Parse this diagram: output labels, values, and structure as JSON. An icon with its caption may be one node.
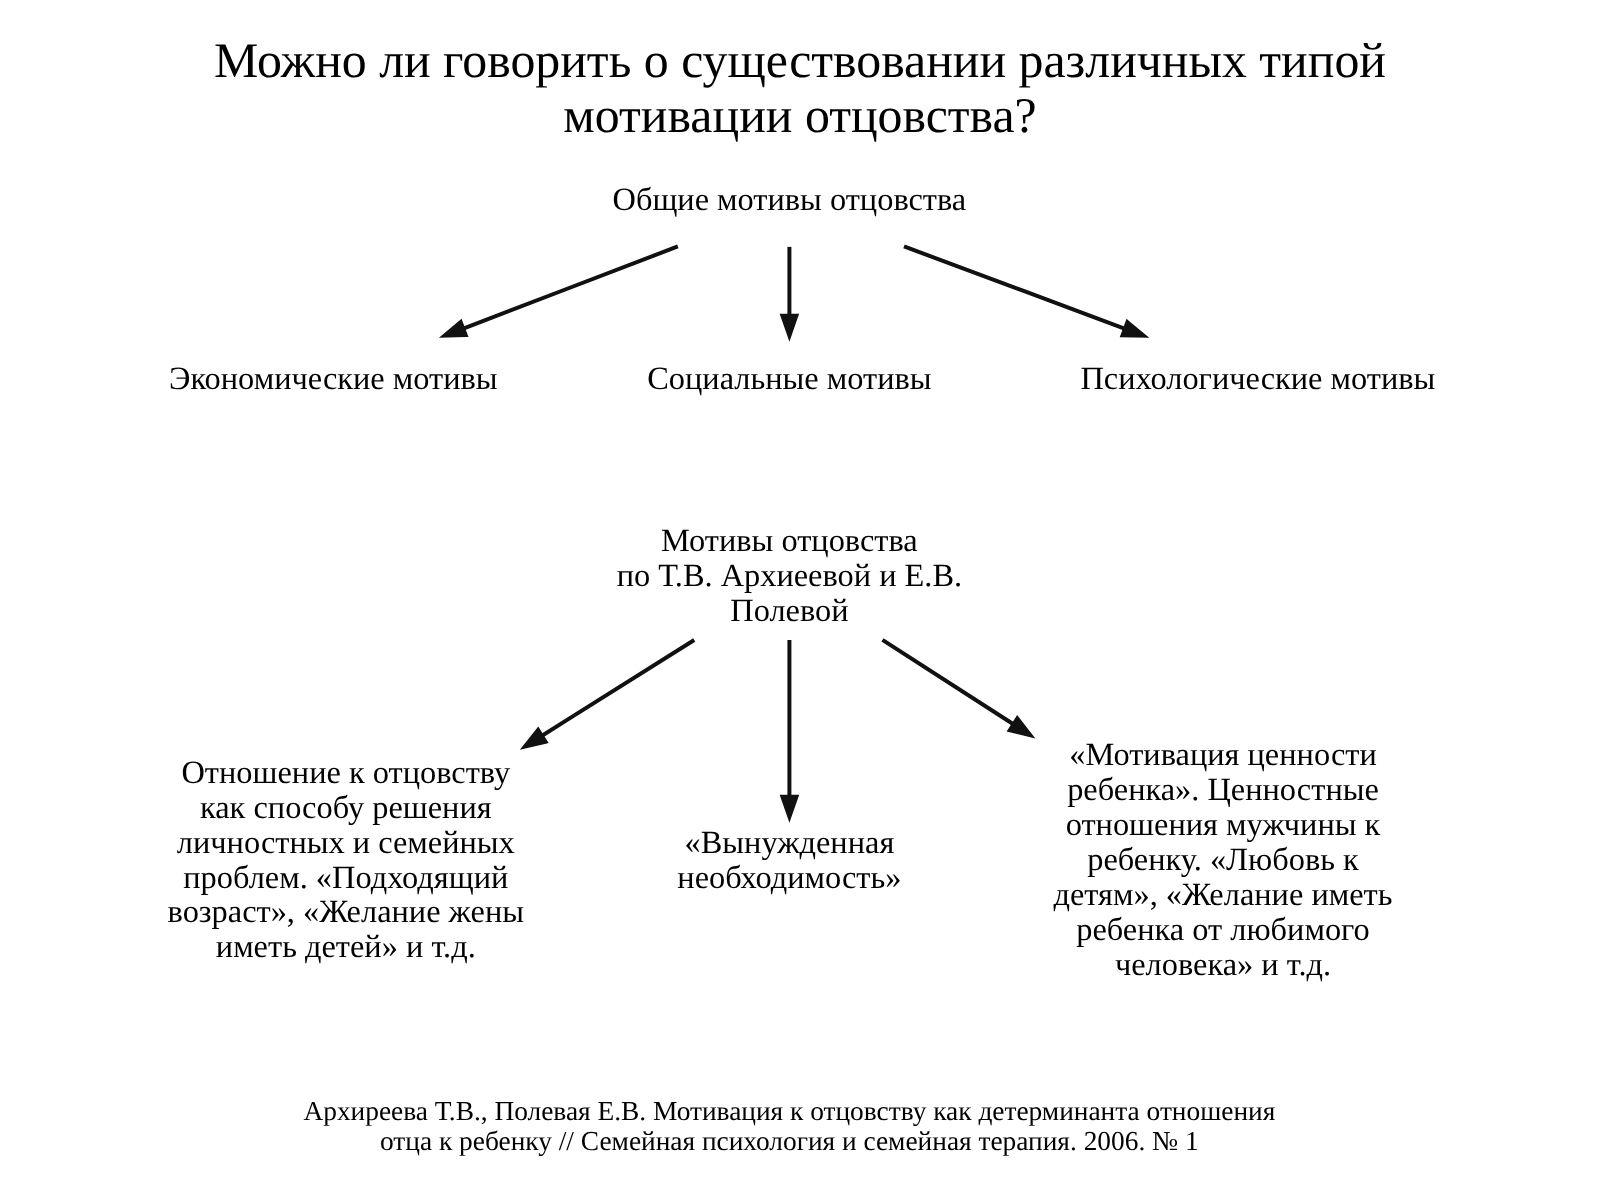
{
  "diagram": {
    "title": "Можно ли говорить о существовании различных типой мотивации отцовства?",
    "caption": "Архиреева Т.В., Полевая Е.В. Мотивация к отцовству как детерминанта отношения отца к ребенку // Семейная психология и семейная терапия. 2006. № 1",
    "nodes": [
      {
        "text": [
          "Общие мотивы отцовства"
        ]
      },
      {
        "text": [
          "Экономические мотивы"
        ]
      },
      {
        "text": [
          "Социальные мотивы"
        ]
      },
      {
        "text": [
          "Психологические мотивы"
        ]
      },
      {
        "text": [
          "Мотивы отцовства",
          "по Т.В. Архиеевой и Е.В. Полевой"
        ]
      },
      {
        "text": [
          "Отношение к отцовству как способу решения личностных и семейных проблем. «Подходящий возраст», «Желание жены иметь детей» и т.д."
        ]
      },
      {
        "text": [
          "«Вынужденная необходимость»"
        ]
      },
      {
        "text": [
          "«Мотивация ценности ребенка». Ценностные отношения мужчины к ребенку. «Любовь к детям», «Желание иметь ребенка от любимого человека» и т.д."
        ]
      }
    ],
    "edges": [
      {
        "from": 0,
        "to": 1,
        "arrow": "to"
      },
      {
        "from": 0,
        "to": 2,
        "arrow": "to"
      },
      {
        "from": 0,
        "to": 3,
        "arrow": "to"
      },
      {
        "from": 4,
        "to": 5,
        "arrow": "to"
      },
      {
        "from": 4,
        "to": 6,
        "arrow": "to"
      },
      {
        "from": 4,
        "to": 7,
        "arrow": "to"
      }
    ]
  }
}
